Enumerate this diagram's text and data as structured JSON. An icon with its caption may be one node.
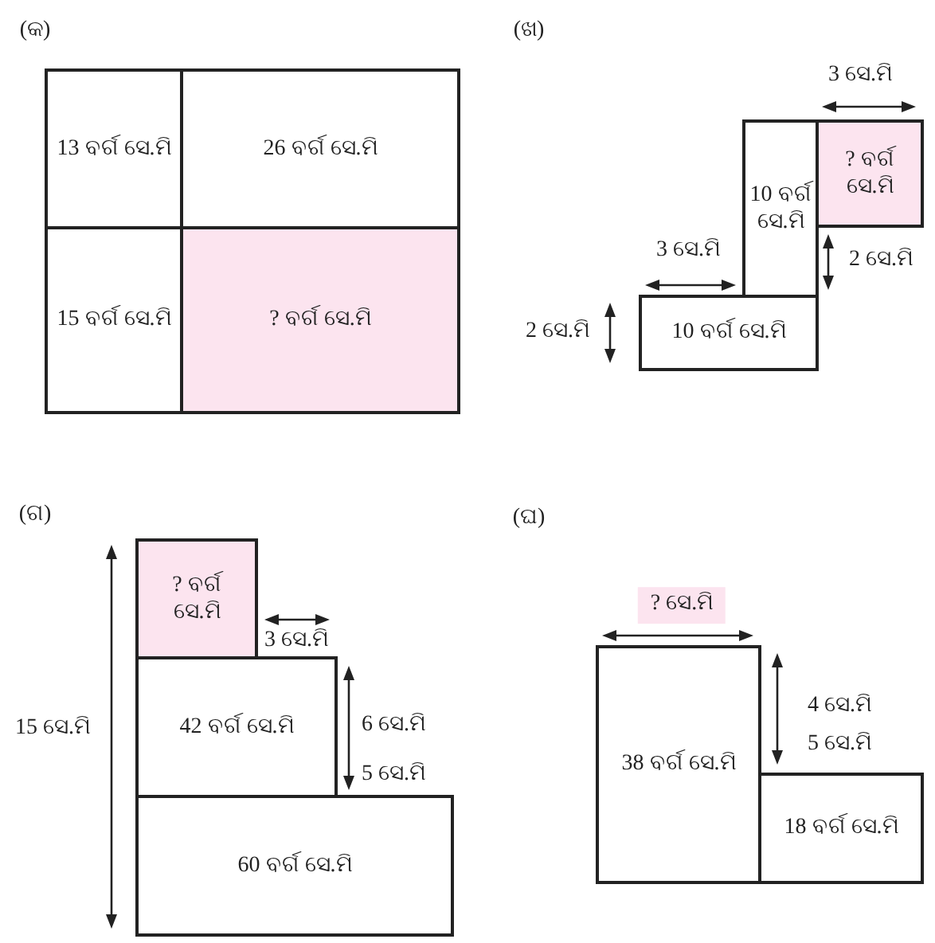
{
  "diagram": {
    "nodes": [
      {
        "text": [
          "13 ବର୍ଗ ସେ.ମି"
        ]
      },
      {
        "text": [
          "26 ବର୍ଗ ସେ.ମି"
        ]
      },
      {
        "text": [
          "15 ବର୍ଗ ସେ.ମି"
        ]
      },
      {
        "text": [
          "? ବର୍ଗ ସେ.ମି"
        ]
      },
      {
        "text": [
          "10 ବର୍ଗ ସେ.ମି"
        ]
      },
      {
        "text": [
          "? ବର୍ଗ ସେ.ମି"
        ]
      },
      {
        "text": [
          "10 ବର୍ଗ ସେ.ମି"
        ]
      },
      {
        "text": [
          "? ବର୍ଗ ସେ.ମି"
        ]
      },
      {
        "text": [
          "42 ବର୍ଗ ସେ.ମି"
        ]
      },
      {
        "text": [
          "60 ବର୍ଗ ସେ.ମି"
        ]
      },
      {
        "text": [
          "38 ବର୍ଗ ସେ.ମି"
        ]
      },
      {
        "text": [
          "18 ବର୍ଗ ସେ.ମି"
        ]
      }
    ],
    "labels": [
      "(କ)",
      "(ଖ)",
      "3 ସେ.ମି",
      "3 ସେ.ମି",
      "2 ସେ.ମି",
      "2 ସେ.ମି",
      "(ଗ)",
      "(ଘ)",
      "? ସେ.ମି",
      "3 ସେ.ମି",
      "15 ସେ.ମି",
      "6 ସେ.ମି",
      "4 ସେ.ମି",
      "5 ସେ.ମି",
      "5 ସେ.ମି"
    ]
  }
}
